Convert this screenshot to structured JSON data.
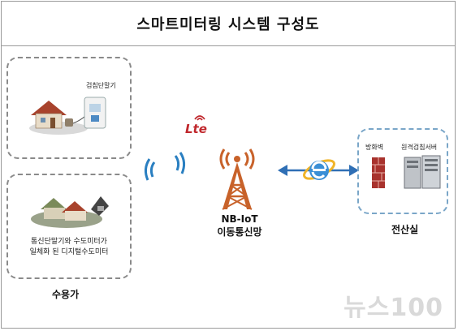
{
  "title": "스마트미터링 시스템 구성도",
  "labels": {
    "terminal": "검침단말기",
    "customer_desc_line1": "통신단말기와 수도미터가",
    "customer_desc_line2": "일체화 된 디지털수도미터",
    "customer": "수용가",
    "lte": "Lte",
    "network_line1": "NB-IoT",
    "network_line2": "이동통신망",
    "firewall": "방화벽",
    "server": "원격검침서버",
    "datacenter": "전산실"
  },
  "watermark": "뉴스100",
  "colors": {
    "lte_red": "#c0282d",
    "tower_orange": "#c8622a",
    "signal_blue": "#2a7fc1",
    "arrow_blue": "#2f6fb5"
  }
}
